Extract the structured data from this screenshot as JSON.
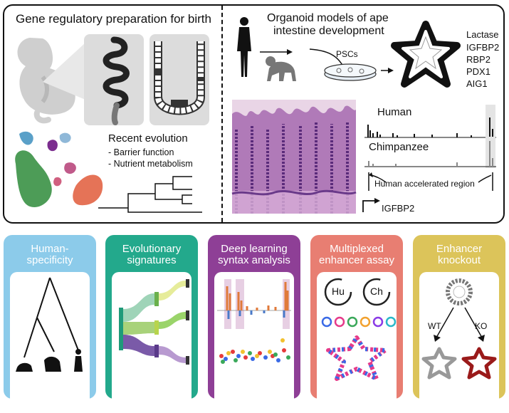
{
  "left_section": {
    "title": "Gene regulatory preparation for birth",
    "recent_evolution": {
      "heading": "Recent evolution",
      "items": [
        "- Barrier function",
        "- Nutrient metabolism"
      ]
    }
  },
  "right_section": {
    "title_line1": "Organoid models of ape",
    "title_line2": "intestine development",
    "pscs_label": "PSCs",
    "gene_list": [
      "Lactase",
      "IGFBP2",
      "RBP2",
      "PDX1",
      "AIG1"
    ],
    "track_human": "Human",
    "track_chimp": "Chimpanzee",
    "har_label": "Human accelerated region",
    "gene_label": "IGFBP2"
  },
  "panels": [
    {
      "title": "Human-\nspecificity",
      "color": "#8ccbea"
    },
    {
      "title": "Evolutionary\nsignatures",
      "color": "#23a98c"
    },
    {
      "title": "Deep learning\nsyntax analysis",
      "color": "#8e3f96"
    },
    {
      "title": "Multiplexed\nenhancer assay",
      "color": "#e87e72"
    },
    {
      "title": "Enhancer\nknockout",
      "color": "#dcc45a"
    }
  ],
  "assay_labels": {
    "hu": "Hu",
    "ch": "Ch"
  },
  "knockout_labels": {
    "wt": "WT",
    "ko": "KO"
  }
}
